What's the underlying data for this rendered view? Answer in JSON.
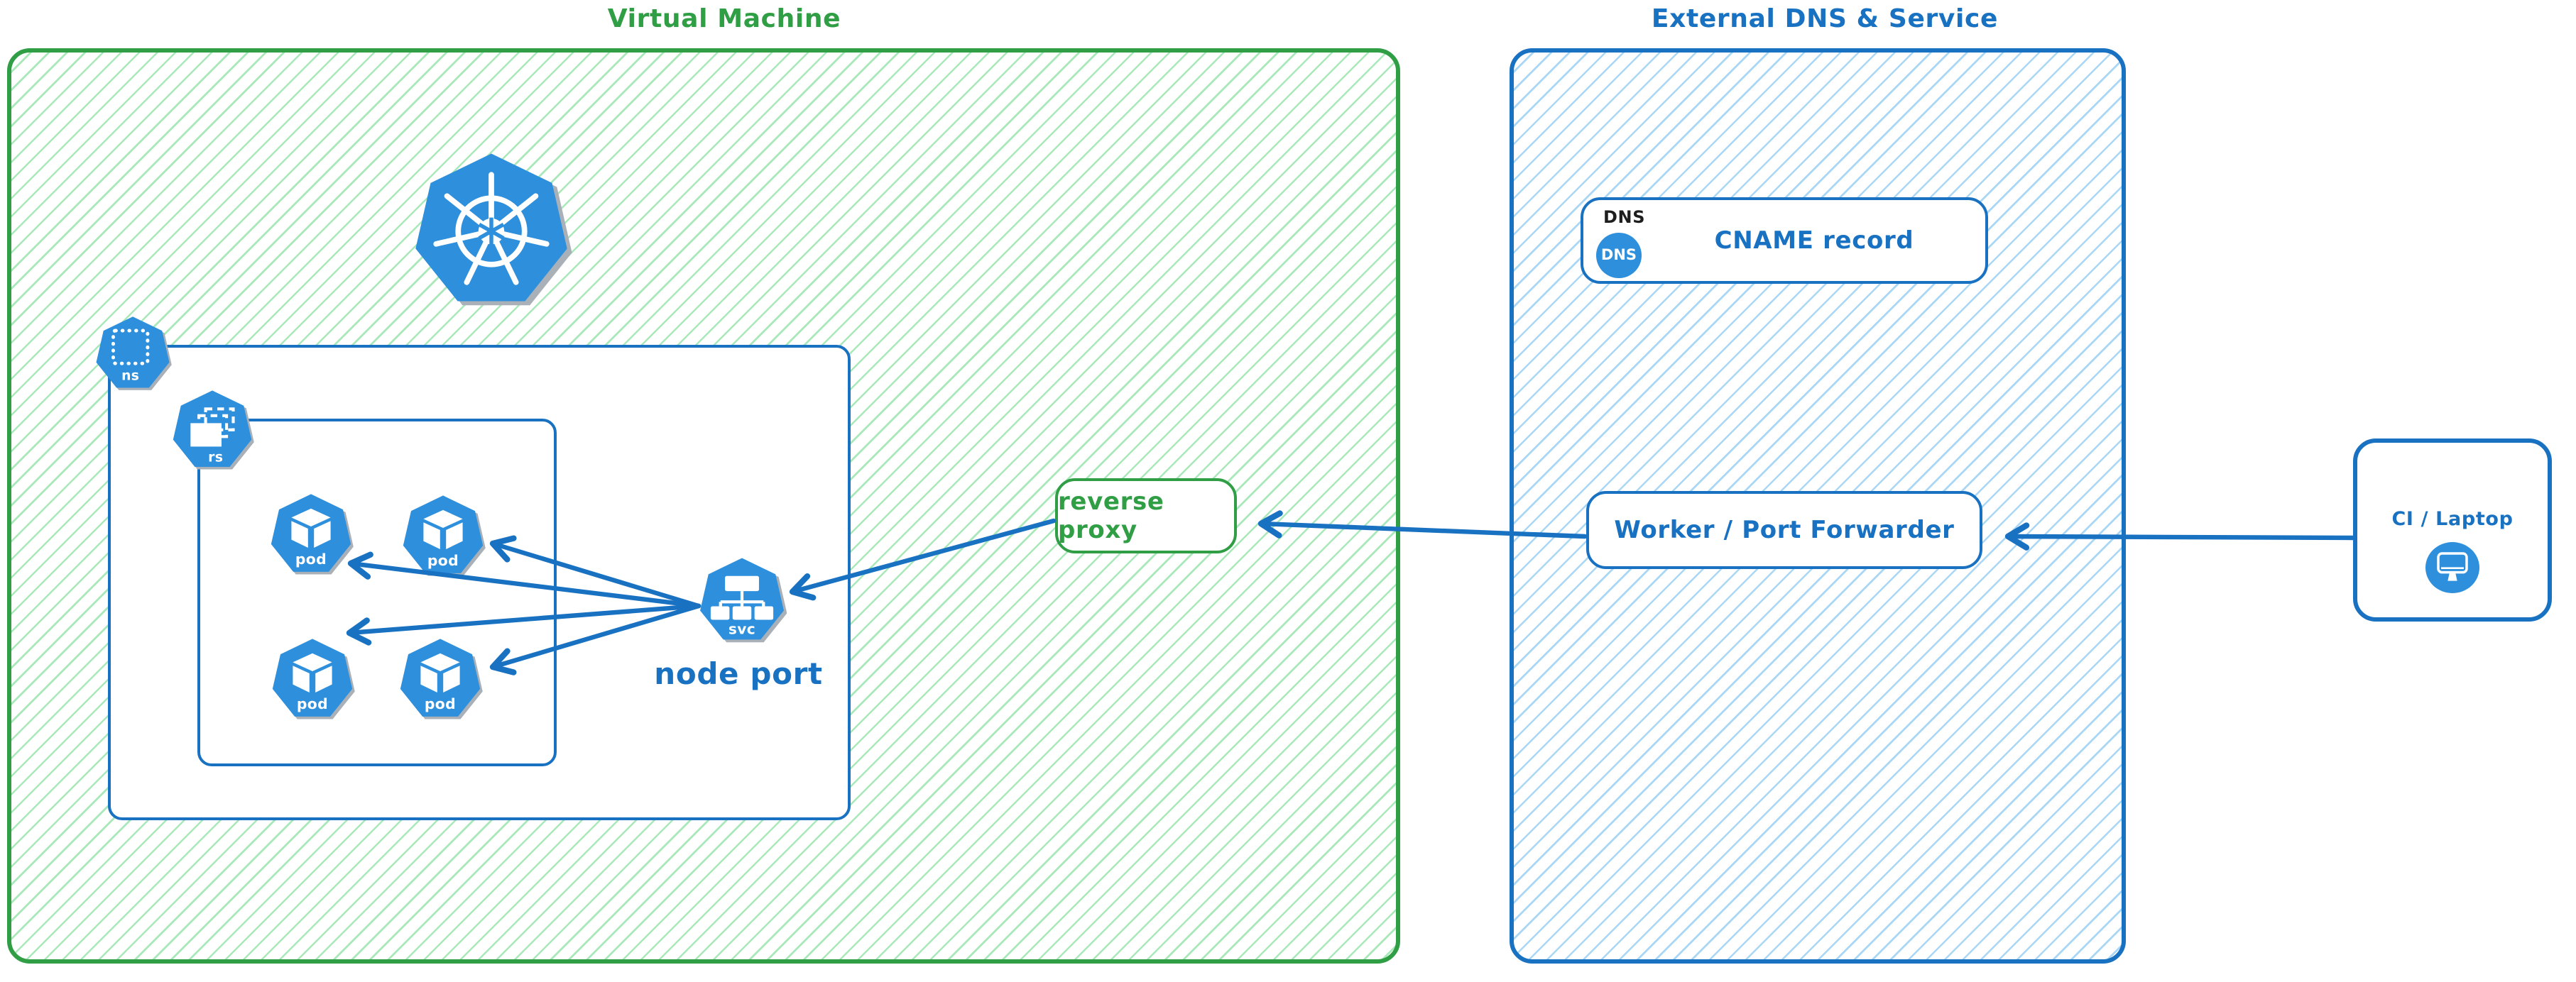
{
  "colors": {
    "green_accent": "#2f9e44",
    "green_hatch": "#a9e8b8",
    "blue_accent": "#1971c2",
    "blue_hatch": "#a9d7f5",
    "icon_blue": "#2e8fdc",
    "dns_tag_color": "#1e1e1e"
  },
  "vm": {
    "title": "Virtual Machine",
    "kubernetes_logo_icon": "kubernetes-helm-wheel",
    "namespace_icon_label": "ns",
    "replicaset_icon_label": "rs",
    "pods": [
      {
        "label": "pod"
      },
      {
        "label": "pod"
      },
      {
        "label": "pod"
      },
      {
        "label": "pod"
      }
    ],
    "service": {
      "icon_label": "svc",
      "caption": "node port"
    },
    "reverse_proxy_label": "reverse proxy"
  },
  "external": {
    "title": "External DNS & Service",
    "dns": {
      "tag": "DNS",
      "badge": "DNS",
      "record_label": "CNAME record"
    },
    "worker_label": "Worker / Port Forwarder"
  },
  "client": {
    "label": "CI / Laptop",
    "icon": "monitor"
  }
}
